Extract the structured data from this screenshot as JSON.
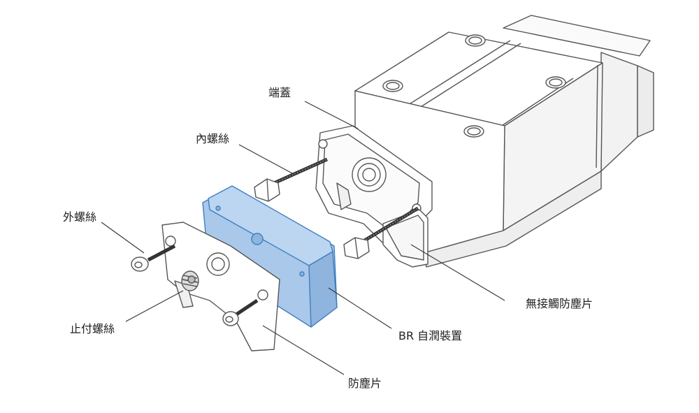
{
  "labels": {
    "end_cap": "端蓋",
    "inner_screw": "內螺絲",
    "outer_screw": "外螺絲",
    "set_screw": "止付螺絲",
    "non_contact_seal": "無接觸防塵片",
    "br_lubricator": "BR 自潤裝置",
    "seal": "防塵片"
  },
  "colors": {
    "outline": "#555555",
    "body_fill": "#ffffff",
    "shade": "#f2f2f2",
    "highlight": "#a9c8ea",
    "highlight_edge": "#3f7fbf"
  }
}
